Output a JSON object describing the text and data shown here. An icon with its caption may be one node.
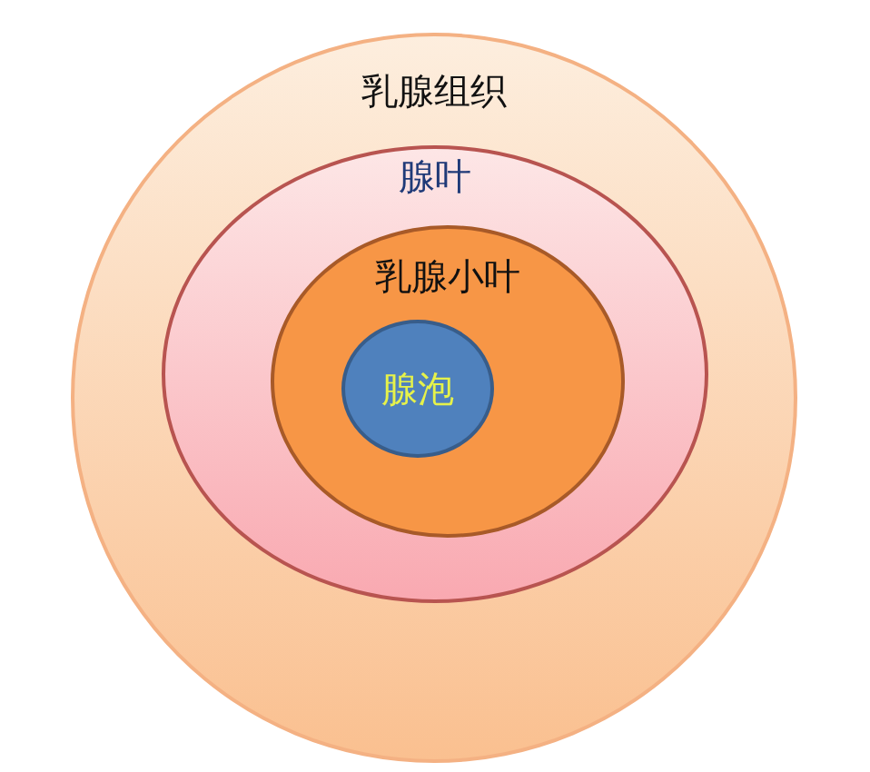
{
  "diagram": {
    "nodes": [
      {
        "text": [
          "乳腺组织"
        ]
      },
      {
        "text": [
          "腺叶"
        ],
        "in": 0
      },
      {
        "text": [
          "乳腺小叶"
        ],
        "in": 1
      },
      {
        "text": [
          "腺泡"
        ],
        "in": 2
      }
    ]
  }
}
